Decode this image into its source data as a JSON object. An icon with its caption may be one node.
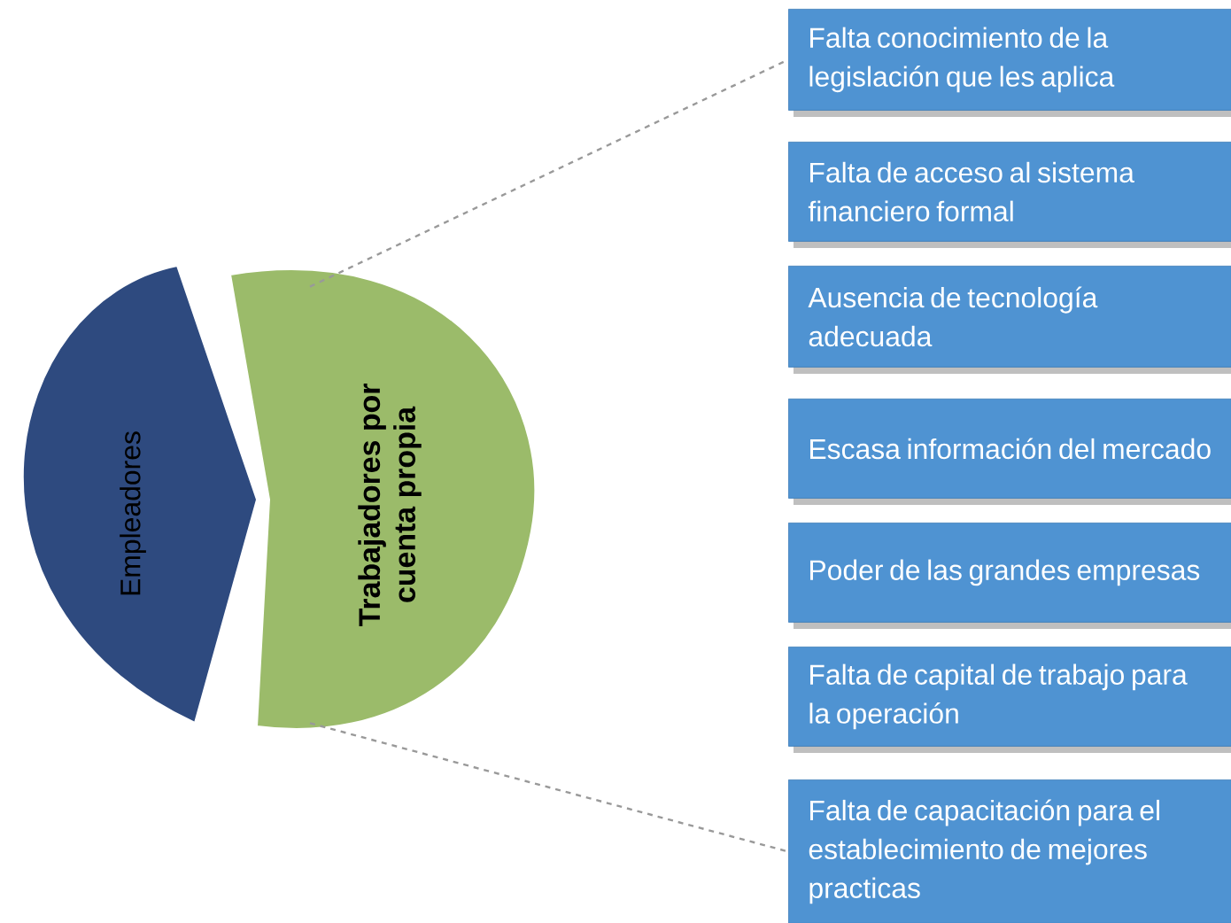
{
  "diagram": {
    "nodes": [
      {
        "text": [
          "Empleadores"
        ]
      },
      {
        "text": [
          "Trabajadores por cuenta propia"
        ]
      },
      {
        "text": [
          "Falta conocimiento de la legislación que les aplica"
        ]
      },
      {
        "text": [
          "Falta de acceso al sistema financiero formal"
        ]
      },
      {
        "text": [
          "Ausencia de tecnología adecuada"
        ]
      },
      {
        "text": [
          "Escasa información del mercado"
        ]
      },
      {
        "text": [
          "Poder de las grandes empresas"
        ]
      },
      {
        "text": [
          "Falta de capital de trabajo para la operación"
        ]
      },
      {
        "text": [
          "Falta de capacitación para el establecimiento de mejores practicas"
        ]
      }
    ],
    "edges": [
      {
        "from": 1,
        "to": 2,
        "arrow": "none",
        "style": "dashed"
      },
      {
        "from": 1,
        "to": 8,
        "arrow": "none",
        "style": "dashed"
      }
    ]
  }
}
